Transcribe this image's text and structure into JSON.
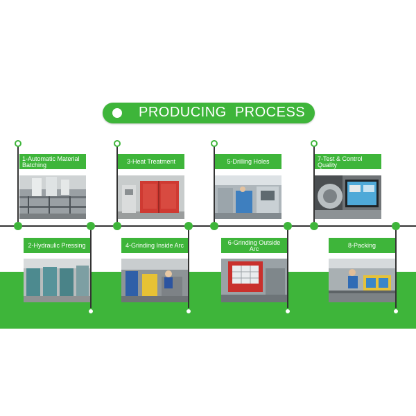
{
  "title": "PRODUCING  PROCESS",
  "colors": {
    "accent": "#3eb53a",
    "line": "#333333",
    "background": "#ffffff"
  },
  "steps": [
    {
      "label": "1-Automatic Material Batching"
    },
    {
      "label": "2-Hydraulic Pressing"
    },
    {
      "label": "3-Heat Treatment"
    },
    {
      "label": "4-Grinding Inside Arc"
    },
    {
      "label": "5-Drilling  Holes"
    },
    {
      "label": "6-Grinding Outside Arc"
    },
    {
      "label": "7-Test & Control Quality"
    },
    {
      "label": "8-Packing"
    }
  ]
}
